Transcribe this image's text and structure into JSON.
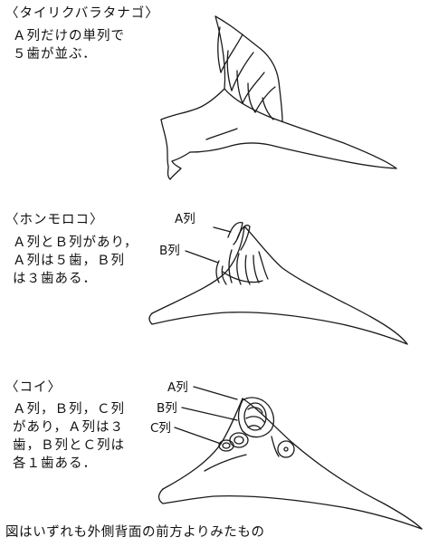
{
  "sections": [
    {
      "heading": "〈タイリクバラタナゴ〉",
      "description": "Ａ列だけの単列で\n５歯が並ぶ．",
      "row_labels": []
    },
    {
      "heading": "〈ホンモロコ〉",
      "description": "Ａ列とＢ列があり，\nＡ列は５歯，Ｂ列\nは３歯ある．",
      "row_labels": [
        "A列",
        "B列"
      ]
    },
    {
      "heading": "〈コイ〉",
      "description": "Ａ列，Ｂ列，Ｃ列\nがあり，Ａ列は３\n歯，Ｂ列とＣ列は\n各１歯ある．",
      "row_labels": [
        "A列",
        "B列",
        "C列"
      ]
    }
  ],
  "caption": "図はいずれも外側背面の前方よりみたもの"
}
